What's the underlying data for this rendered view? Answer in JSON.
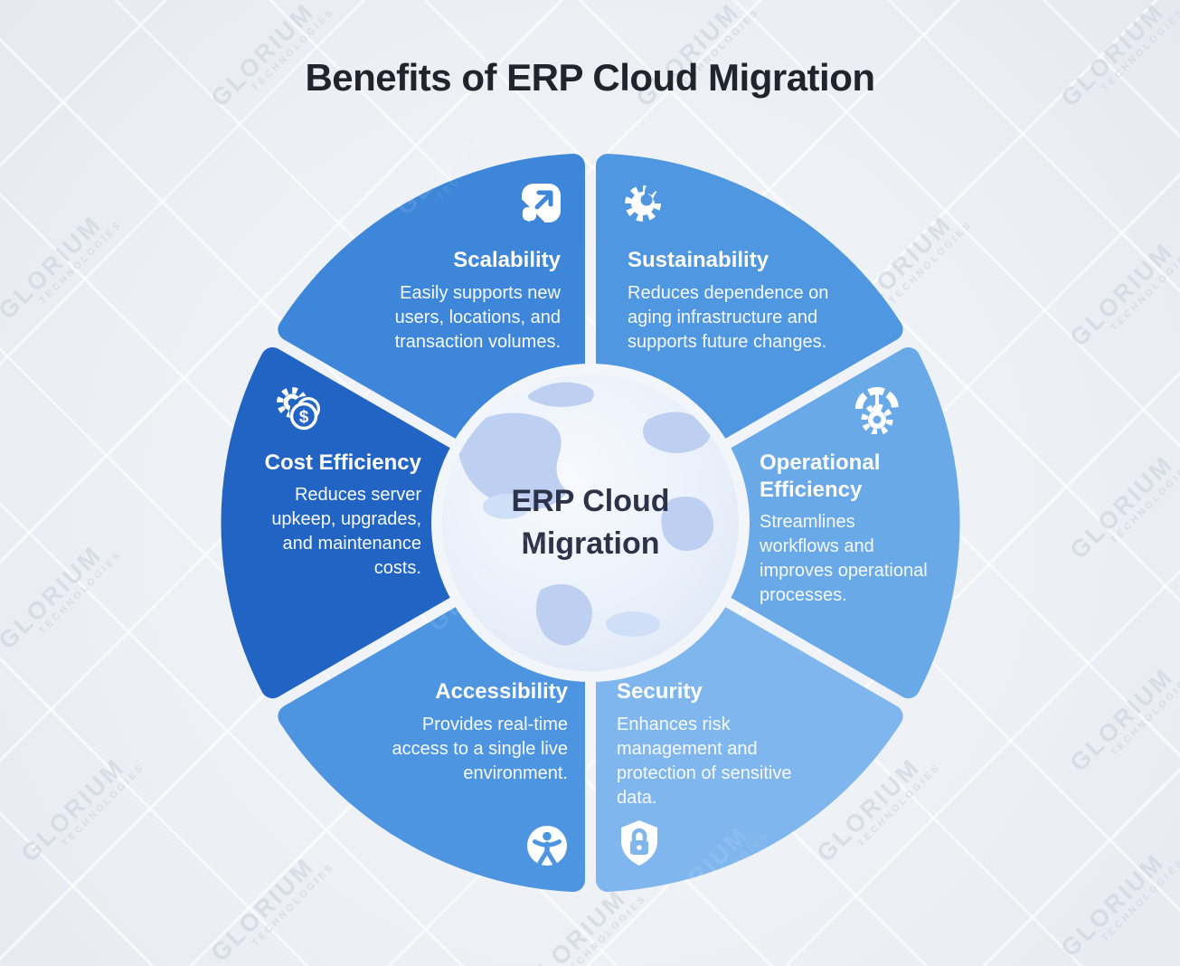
{
  "title": "Benefits of ERP Cloud Migration",
  "center_label": {
    "lines": [
      "ERP Cloud",
      "Migration"
    ]
  },
  "watermark": {
    "line1": "GLORIUM",
    "line2": "TECHNOLOGIES"
  },
  "segments": [
    {
      "id": "scalability",
      "label": "Scalability",
      "desc_lines": [
        "Easily supports new",
        "users, locations, and",
        "transaction volumes."
      ],
      "color": "#3e86d9",
      "icon": "expand-arrows-icon"
    },
    {
      "id": "sustainability",
      "label": "Sustainability",
      "desc_lines": [
        "Reduces dependence on",
        "aging infrastructure and",
        "supports future changes."
      ],
      "color": "#4f97e0",
      "icon": "gear-leaves-icon"
    },
    {
      "id": "operational-efficiency",
      "label": "Operational Efficiency",
      "desc_lines": [
        "Streamlines",
        "workflows and",
        "improves operational",
        "processes."
      ],
      "color": "#6aa9e7",
      "icon": "gauge-gear-icon"
    },
    {
      "id": "security",
      "label": "Security",
      "desc_lines": [
        "Enhances risk",
        "management and",
        "protection of sensitive",
        "data."
      ],
      "color": "#80b6ee",
      "icon": "shield-lock-icon"
    },
    {
      "id": "accessibility",
      "label": "Accessibility",
      "desc_lines": [
        "Provides real-time",
        "access to a single live",
        "environment."
      ],
      "color": "#4d95e1",
      "icon": "accessibility-person-icon"
    },
    {
      "id": "cost-efficiency",
      "label": "Cost Efficiency",
      "desc_lines": [
        "Reduces server",
        "upkeep, upgrades,",
        "and maintenance",
        "costs."
      ],
      "color": "#2264c4",
      "icon": "gear-coin-icon",
      "icon_glyph": "$"
    }
  ]
}
